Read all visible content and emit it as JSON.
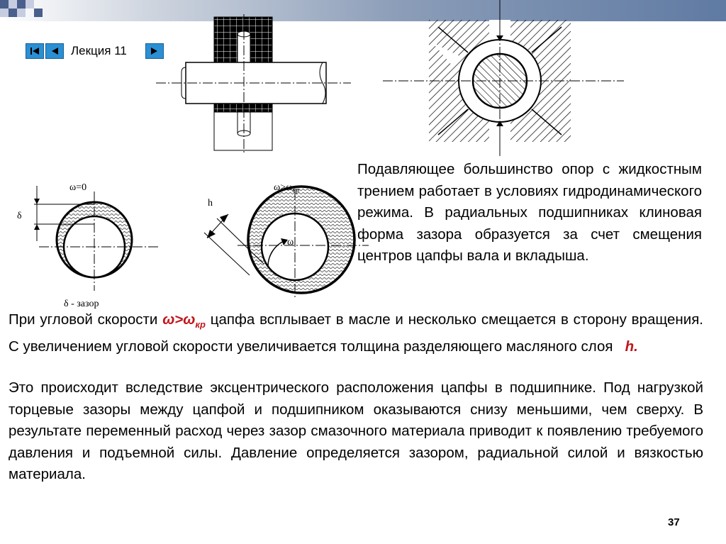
{
  "header": {
    "lecture_label": "Лекция 11",
    "nav_prev_icon": "triangle-left-icon",
    "nav_next_icon": "triangle-right-icon",
    "accent_color": "#2b8fd3",
    "bar_color": "#5f7aa3"
  },
  "figures": {
    "omega_zero": "ω=0",
    "delta": "δ",
    "delta_caption": "δ - зазор",
    "h": "h",
    "omega_gt": "ω>ω",
    "omega_gt_sub": "кр",
    "omega": "ω"
  },
  "text": {
    "p1": "Подавляющее большинство опор с жидкостным трением работает в условиях гидродинамического режима. В радиальных подшипниках клиновая форма зазора образуется за счет смещения центров цапфы вала и вкладыша.",
    "p2_a": "При угловой скорости",
    "p2_omega": "ω>ω",
    "p2_sub": "кр",
    "p2_b": "цапфа всплывает в масле и несколько смещается в сторону вращения. С увеличением угловой скорости увеличивается толщина разделяющего масляного слоя",
    "p2_h": "h.",
    "p3": "Это происходит вследствие эксцентрического расположения цапфы в подшипнике. Под нагрузкой торцевые зазоры между цапфой и подшипником оказываются снизу меньшими, чем сверху. В результате переменный расход через зазор смазочного материала приводит к появлению требуемого давления и подъемной силы. Давление определяется зазором, радиальной силой и вязкостью материала."
  },
  "page_number": "37"
}
